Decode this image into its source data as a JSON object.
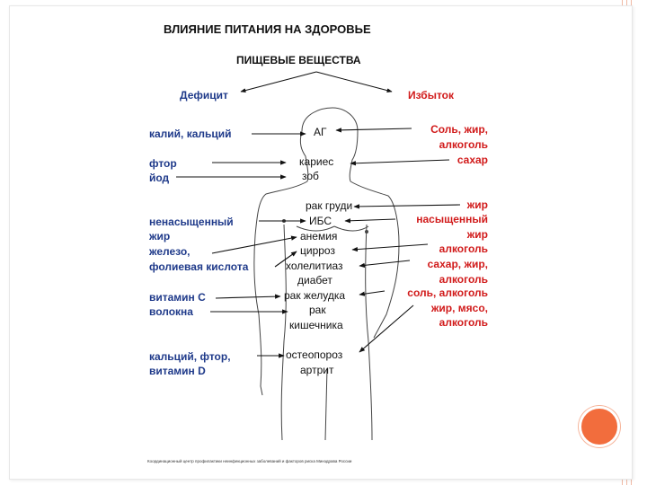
{
  "title": "ВЛИЯНИЕ ПИТАНИЯ НА ЗДОРОВЬЕ",
  "subtitle": "ПИЩЕВЫЕ ВЕЩЕСТВА",
  "deficit_label": "Дефицит",
  "excess_label": "Избыток",
  "deficit": {
    "kalij": "калий, кальций",
    "ftor": "фтор",
    "jod": "йод",
    "nenas": "ненасыщенный",
    "zhir": "жир",
    "zhelezo": "железо,",
    "folievaya": "фолиевая кислота",
    "vitaminC": "витамин С",
    "volokna": "волокна",
    "kalcij_ftor": "кальций, фтор,",
    "vitaminD": "витамин D"
  },
  "diseases": {
    "ag": "АГ",
    "karies": "кариес",
    "zob": "зоб",
    "rak_grudi": "рак груди",
    "ibs": "ИБС",
    "anemiya": "анемия",
    "cirroz": "цирроз",
    "holelitiaz": "холелитиаз",
    "diabet": "диабет",
    "rak_zheludka": "рак желудка",
    "rak": "рак",
    "kishechnika": "кишечника",
    "osteoporoz": "остеопороз",
    "artrit": "артрит"
  },
  "excess": {
    "sol_zhir": "Соль, жир,",
    "alkogol1": "алкоголь",
    "sahar1": "сахар",
    "zhir1": "жир",
    "nasyshchennyj": "насыщенный",
    "zhir2": "жир",
    "alkogol2": "алкоголь",
    "sahar_zhir": "сахар, жир,",
    "alkogol3": "алкоголь",
    "sol_alkogol": "соль, алкоголь",
    "zhir_myaso": "жир, мясо,",
    "alkogol4": "алкоголь"
  },
  "footer": "Координационный центр профилактики неинфекционных заболеваний и факторов риска Минздрава России",
  "colors": {
    "deficit": "#1f3a8a",
    "excess": "#d11a1a",
    "accent": "#f26d3d"
  }
}
